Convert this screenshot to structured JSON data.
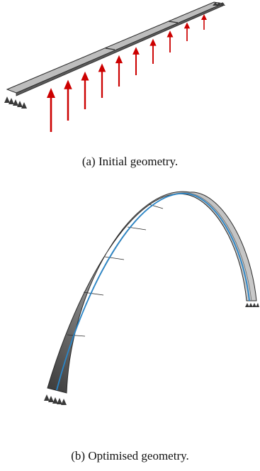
{
  "figure": {
    "panel_a": {
      "caption": "(a) Initial geometry.",
      "load_count": 10
    },
    "panel_b": {
      "caption": "(b) Optimised geometry."
    }
  },
  "colors": {
    "beam_fill": "#b9b9b9",
    "beam_edge": "#2a2a2a",
    "load_arrow": "#cc0000",
    "centerline": "#2a86c8",
    "support": "#3a3a3a"
  }
}
